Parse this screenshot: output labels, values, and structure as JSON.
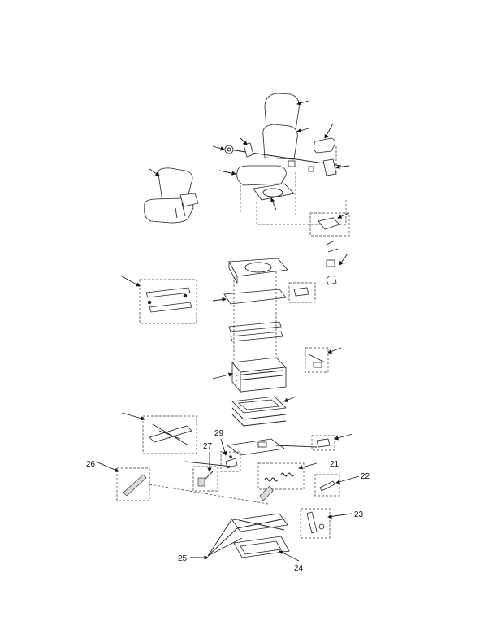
{
  "callouts": [
    {
      "id": "c21",
      "label": "21"
    },
    {
      "id": "c22",
      "label": "22"
    },
    {
      "id": "c23",
      "label": "23"
    },
    {
      "id": "c24",
      "label": "24"
    },
    {
      "id": "c25",
      "label": "25"
    },
    {
      "id": "c26",
      "label": "26"
    },
    {
      "id": "c27",
      "label": "27"
    },
    {
      "id": "c29",
      "label": "29"
    }
  ]
}
